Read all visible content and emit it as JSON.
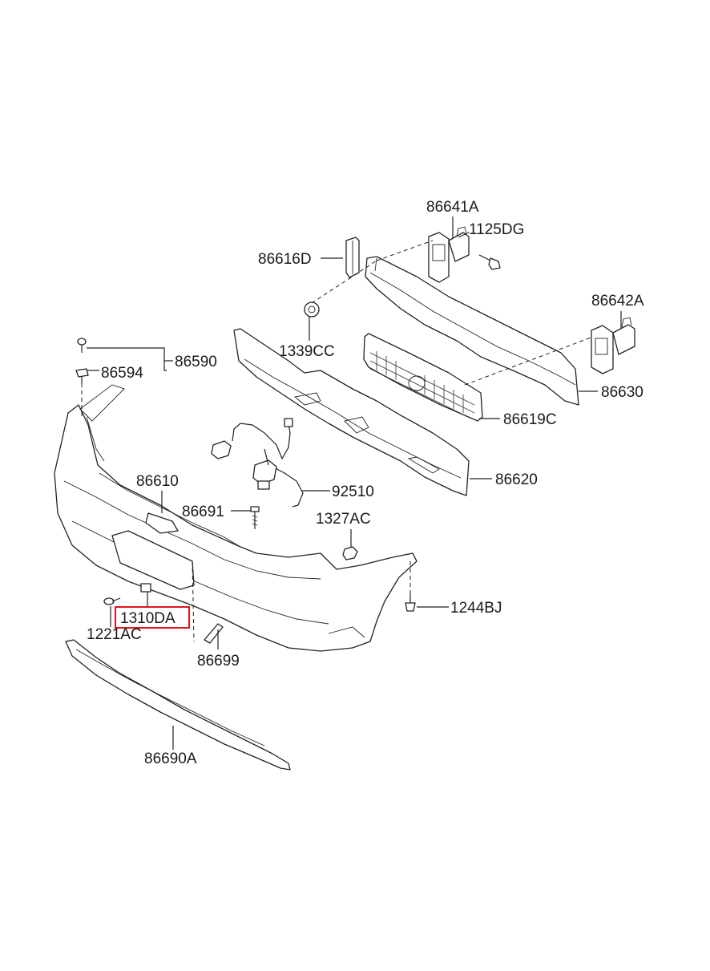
{
  "callouts": [
    {
      "id": "p86641A",
      "text": "86641A"
    },
    {
      "id": "p1125DG",
      "text": "1125DG"
    },
    {
      "id": "p86616D",
      "text": "86616D"
    },
    {
      "id": "p86642A",
      "text": "86642A"
    },
    {
      "id": "p1339CC",
      "text": "1339CC"
    },
    {
      "id": "p86590",
      "text": "86590"
    },
    {
      "id": "p86594",
      "text": "86594"
    },
    {
      "id": "p86630",
      "text": "86630"
    },
    {
      "id": "p86619C",
      "text": "86619C"
    },
    {
      "id": "p86610",
      "text": "86610"
    },
    {
      "id": "p86620",
      "text": "86620"
    },
    {
      "id": "p92510",
      "text": "92510"
    },
    {
      "id": "p86691",
      "text": "86691"
    },
    {
      "id": "p1327AC",
      "text": "1327AC"
    },
    {
      "id": "p1244BJ",
      "text": "1244BJ"
    },
    {
      "id": "p1310DA",
      "text": "1310DA",
      "highlighted": true
    },
    {
      "id": "p1221AC",
      "text": "1221AC"
    },
    {
      "id": "p86699",
      "text": "86699"
    },
    {
      "id": "p86690A",
      "text": "86690A"
    }
  ],
  "highlight_color": "#e0141c"
}
